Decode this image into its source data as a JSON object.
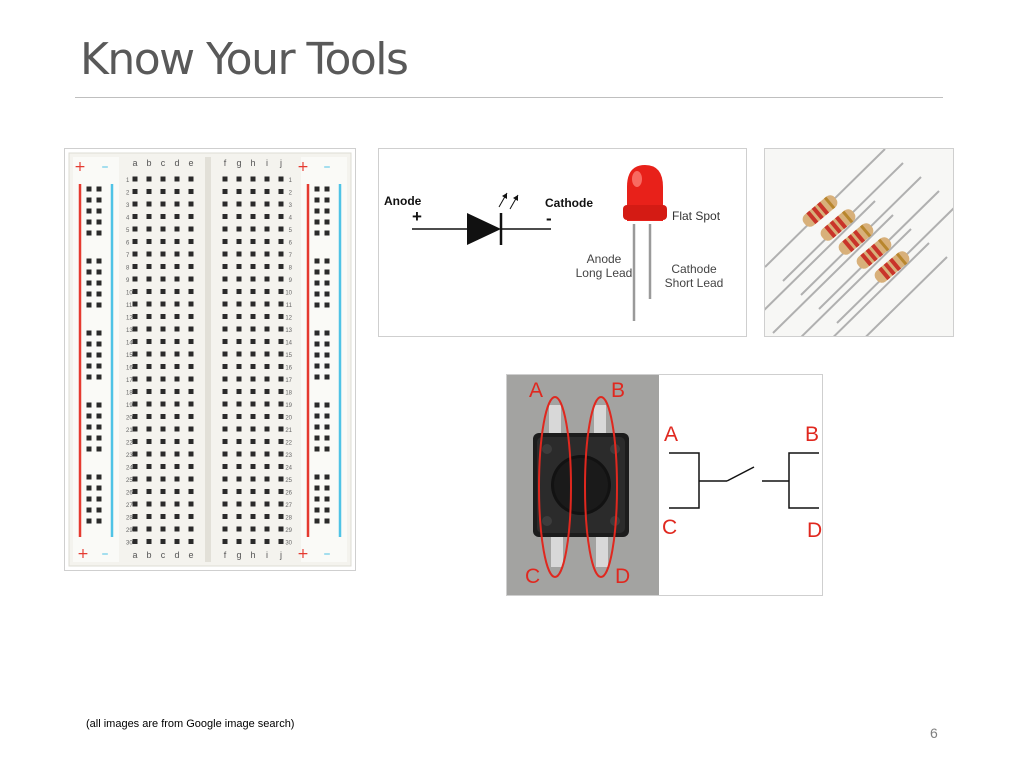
{
  "slide": {
    "title": "Know Your Tools",
    "caption": "(all images are from Google image search)",
    "page_number": "6"
  },
  "breadboard": {
    "plus_symbol": "+",
    "minus_symbol": "–",
    "columns_left": [
      "a",
      "b",
      "c",
      "d",
      "e"
    ],
    "columns_right": [
      "f",
      "g",
      "h",
      "i",
      "j"
    ],
    "row_numbers": [
      "1",
      "2",
      "3",
      "4",
      "5",
      "6",
      "7",
      "8",
      "9",
      "10",
      "11",
      "12",
      "13",
      "14",
      "15",
      "16",
      "17",
      "18",
      "19",
      "20",
      "21",
      "22",
      "23",
      "24",
      "25",
      "26",
      "27",
      "28",
      "29",
      "30"
    ],
    "colors": {
      "positive_rail": "#e53a30",
      "negative_rail": "#4fc3e6",
      "body": "#f4f3ee"
    }
  },
  "led_diagram": {
    "anode_label": "Anode",
    "anode_sign": "+",
    "cathode_label": "Cathode",
    "cathode_sign": "-",
    "flat_spot_label": "Flat Spot",
    "long_lead_line1": "Anode",
    "long_lead_line2": "Long Lead",
    "short_lead_line1": "Cathode",
    "short_lead_line2": "Short Lead",
    "colors": {
      "led": "#e8211a"
    }
  },
  "resistors": {
    "icon": "resistor-icon",
    "count": 5
  },
  "push_button": {
    "pin_a": "A",
    "pin_b": "B",
    "pin_c": "C",
    "pin_d": "D",
    "colors": {
      "annotation": "#e0281f"
    }
  }
}
